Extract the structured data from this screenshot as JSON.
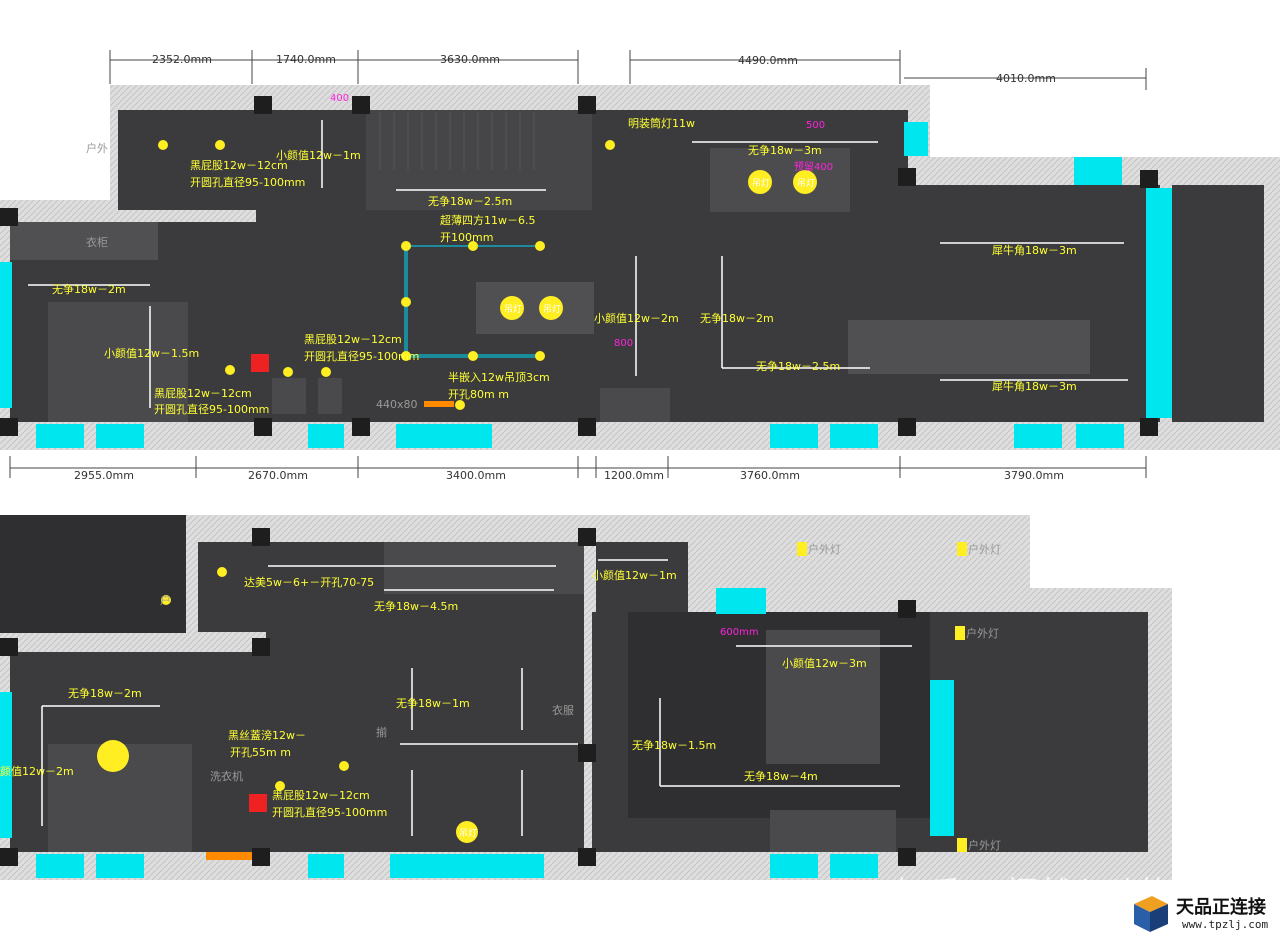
{
  "top_plan": {
    "dims_top": [
      "2352.0mm",
      "1740.0mm",
      "3630.0mm",
      "4490.0mm",
      "4010.0mm"
    ],
    "dims_bottom": [
      "2955.0mm",
      "2670.0mm",
      "3400.0mm",
      "1200.0mm",
      "3760.0mm",
      "3790.0mm"
    ],
    "labels": [
      "户外",
      "黑屁股12w－12cm",
      "开圆孔直径95-100mm",
      "小颜值12w－1m",
      "明装筒灯11w",
      "无争18w－3m",
      "无争18w－2.5m",
      "超薄四方11w－6.5",
      "开100mm",
      "衣柜",
      "无争18w－2m",
      "犀牛角18w－3m",
      "小颜值12w－1.5m",
      "黑屁股12w－12cm",
      "开圆孔直径95-100mm",
      "黑屁股12w－12cm",
      "开圆孔直径95-100mm",
      "小颜值12w－2m",
      "无争18w－2m",
      "无争18w－2.5m",
      "犀牛角18w－3m",
      "半嵌入12w吊顶3cm",
      "开孔80m m",
      "440x80"
    ],
    "magenta": [
      "400",
      "500",
      "预留400",
      "800"
    ],
    "pendants": [
      "吊灯",
      "吊灯",
      "吊灯",
      "吊灯"
    ]
  },
  "bottom_plan": {
    "labels": [
      "达美5w－6+－开孔70-75",
      "无争18w－4.5m",
      "小颜值12w－1m",
      "户",
      "户外灯",
      "户外灯",
      "户外灯",
      "户外灯",
      "小颜值12w－3m",
      "无争18w－2m",
      "无争18w－1m",
      "无争18w－1.5m",
      "无争18w－4m",
      "颜值12w－2m",
      "黑丝蓋滂12w－",
      "开孔55m m",
      "洗衣机",
      "黑屁股12w－12cm",
      "开圆孔直径95-100mm",
      "衣服",
      "揃"
    ],
    "magenta": [
      "600mm"
    ],
    "pendants": [
      "吊灯"
    ]
  },
  "watermark": "知乎 @怦然心动的家",
  "logo": {
    "name": "天品正连接",
    "url": "www.tpzlj.com"
  },
  "colors": {
    "room": "#3b3b3d",
    "room_dark": "#2f2f31",
    "wall_light": "#d8d8d8",
    "wall_dark": "#1e1e1e",
    "window": "#00e6ee",
    "light": "#ffee22",
    "annotation": "#ffff33",
    "magenta": "#ff22dd",
    "dimension": "#333333",
    "pipe": "#1c8c9c",
    "red": "#ee2222",
    "orange": "#ff8a00"
  }
}
